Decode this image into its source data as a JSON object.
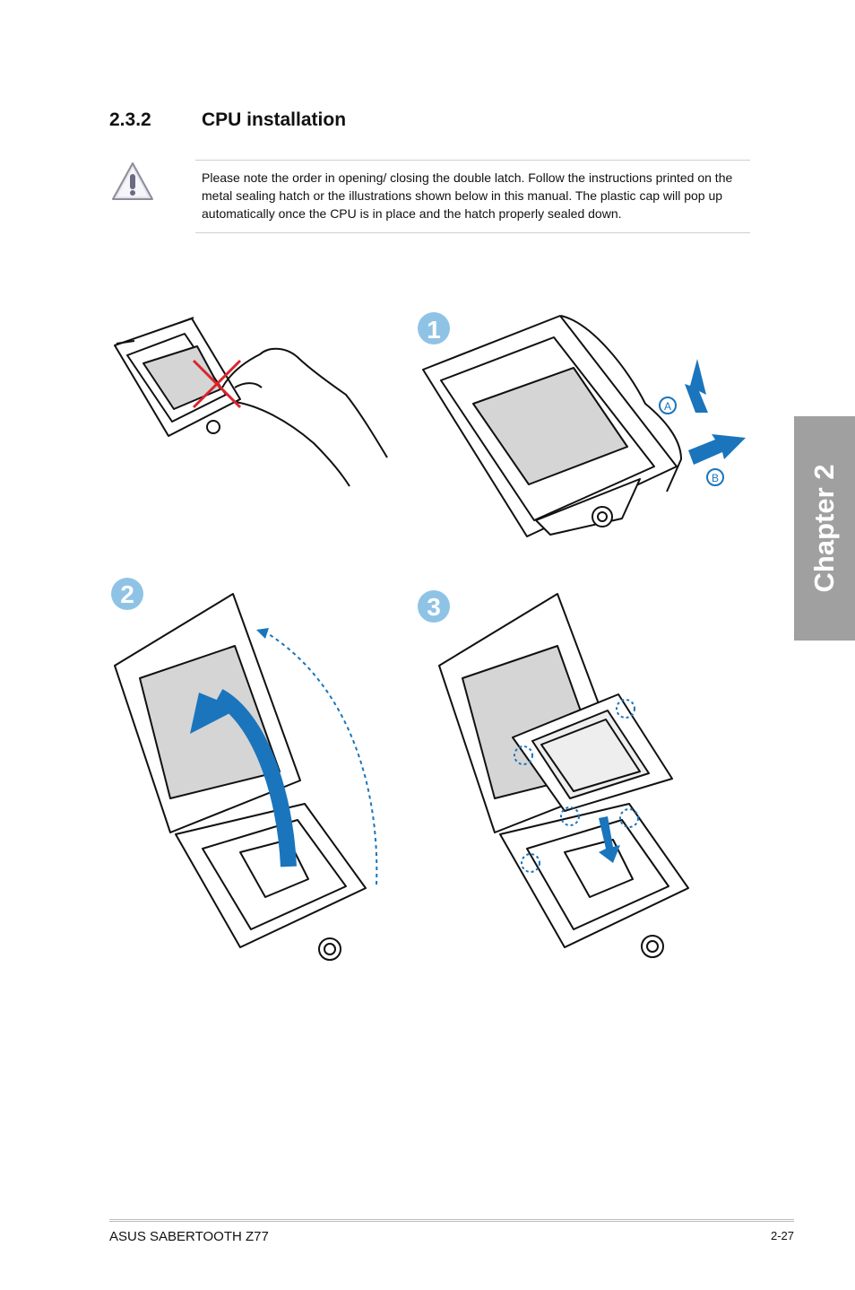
{
  "section": {
    "number": "2.3.2",
    "title": "CPU installation"
  },
  "note": {
    "icon": "warning-triangle-icon",
    "text": "Please note the order in opening/ closing the double latch. Follow the instructions printed on the metal sealing hatch or the illustrations shown below in this manual. The plastic cap will pop up automatically once the CPU is in place and the hatch properly sealed down."
  },
  "illustration": {
    "steps": [
      "1",
      "2",
      "3"
    ],
    "callouts": [
      "A",
      "B"
    ]
  },
  "chapter_tab": "Chapter 2",
  "footer": {
    "product": "ASUS SABERTOOTH Z77",
    "page": "2-27"
  },
  "colors": {
    "accent_blue": "#1a75bc",
    "badge_blue": "#8fc3e6",
    "tab_grey": "#a0a0a0",
    "cap_grey": "#d5d5d5",
    "red_x": "#d9262c"
  }
}
